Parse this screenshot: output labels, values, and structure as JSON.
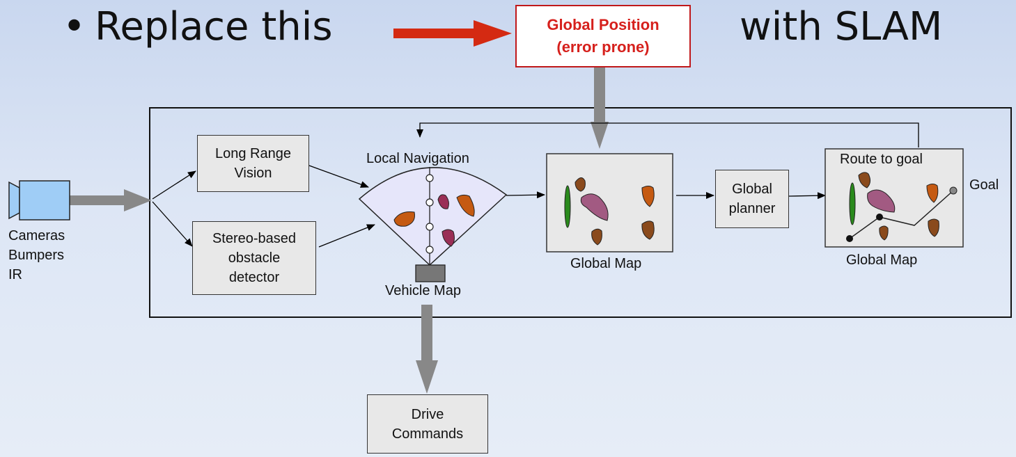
{
  "title": {
    "bullet": "•",
    "left_text": "Replace this",
    "right_text": "with SLAM"
  },
  "global_position": {
    "line1": "Global Position",
    "line2": "(error prone)"
  },
  "sensors": {
    "icon": "video-camera-icon",
    "line1": "Cameras",
    "line2": "Bumpers",
    "line3": "IR"
  },
  "boxes": {
    "long_range_vision": {
      "line1": "Long Range",
      "line2": "Vision"
    },
    "stereo_detector": {
      "line1": "Stereo-based",
      "line2": "obstacle",
      "line3": "detector"
    },
    "global_planner": {
      "line1": "Global",
      "line2": "planner"
    },
    "drive_commands": {
      "line1": "Drive",
      "line2": "Commands"
    }
  },
  "labels": {
    "local_navigation": "Local Navigation",
    "vehicle_map": "Vehicle Map",
    "global_map_1": "Global Map",
    "global_map_2": "Global Map",
    "route_to_goal": "Route to goal",
    "goal": "Goal"
  },
  "colors": {
    "red_arrow": "#d42a12",
    "red_border": "#c0181a",
    "gray_arrow": "#888888",
    "camera_blue": "#9fcdf6",
    "fan_fill": "#e6e6fa",
    "obstacle_orange": "#c55a12",
    "obstacle_brown": "#8a4a1c",
    "obstacle_maroon": "#9a2f56",
    "obstacle_mauve": "#a25a82",
    "obstacle_green": "#2a8a1c"
  }
}
